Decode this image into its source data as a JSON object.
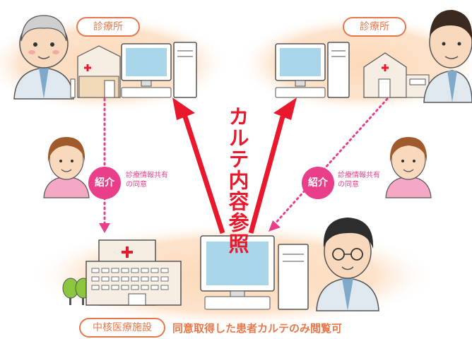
{
  "labels": {
    "clinic_left": "診療所",
    "clinic_right": "診療所",
    "reference_text": "カルテ内容参照",
    "referral_left": "紹介",
    "referral_right": "紹介",
    "consent_left": "診療情報共有\nの同意",
    "consent_right": "診療情報共有\nの同意",
    "facility": "中核医療施設",
    "caption": "同意取得した患者カルテのみ閲覧可"
  },
  "colors": {
    "accent_orange": "#e8784a",
    "arrow_red": "#e8192c",
    "pink": "#e93f8a",
    "glow": "#fde3cc"
  },
  "icons": [
    "doctor-elderly-icon",
    "clinic-building-icon",
    "computer-icon",
    "doctor-young-icon",
    "patient-woman-icon",
    "hospital-building-icon",
    "tree-icon",
    "doctor-glasses-icon"
  ]
}
